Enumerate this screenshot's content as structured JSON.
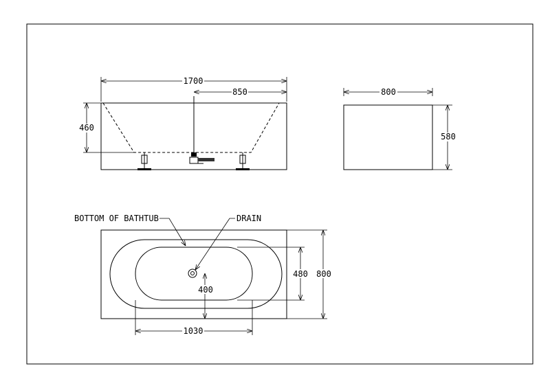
{
  "dimensions": {
    "side_length": "1700",
    "side_half_length": "850",
    "side_depth": "460",
    "end_width": "800",
    "end_height": "580",
    "plan_width": "800",
    "plan_inner_width": "480",
    "plan_drain_offset": "400",
    "plan_bottom_length": "1030"
  },
  "labels": {
    "bottom_of_bathtub": "BOTTOM OF BATHTUB",
    "drain": "DRAIN"
  }
}
